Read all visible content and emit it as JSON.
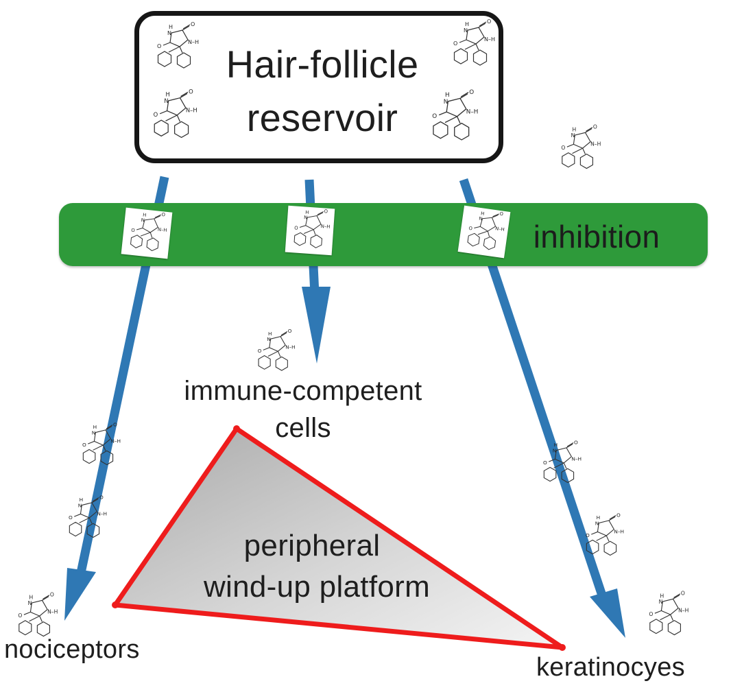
{
  "diagram": {
    "source_box": {
      "title_line1": "Hair-follicle",
      "title_line2": "reservoir"
    },
    "band_label": "inhibition",
    "targets": {
      "immune_line1": "immune-competent",
      "immune_line2": "cells",
      "nociceptors": "nociceptors",
      "keratinocytes": "keratinocyes"
    },
    "platform": {
      "line1": "peripheral",
      "line2": "wind-up platform"
    },
    "molecule_atoms": {
      "h": "H",
      "n": "N",
      "o": "O",
      "nh": "N–H"
    },
    "colors": {
      "arrow": "#2f78b4",
      "band": "#2e9a3a",
      "triangle_stroke": "#ee1c1c",
      "box_border": "#161616"
    }
  }
}
